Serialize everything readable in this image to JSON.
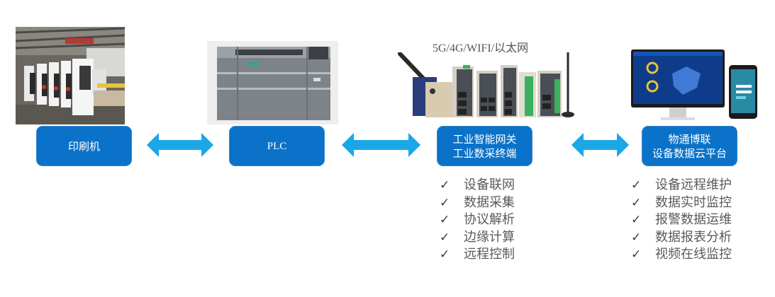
{
  "nodes": [
    {
      "id": "printer",
      "label_lines": [
        "印刷机"
      ]
    },
    {
      "id": "plc",
      "label_lines": [
        "PLC"
      ]
    },
    {
      "id": "gateway",
      "label_lines": [
        "工业智能网关",
        "工业数采终端"
      ]
    },
    {
      "id": "cloud",
      "label_lines": [
        "物通博联",
        "设备数据云平台"
      ]
    }
  ],
  "gateway_caption": "5G/4G/WIFI/以太网",
  "images": {
    "printer": "printing-machine-photo",
    "plc": "siemens-plc-photo",
    "gateway": "gateway-devices-photo",
    "cloud": "monitor-and-phone-dashboard"
  },
  "gateway_features": [
    "设备联网",
    "数据采集",
    "协议解析",
    "边缘计算",
    "远程控制"
  ],
  "cloud_features": [
    "设备远程维护",
    "数据实时监控",
    "报警数据运维",
    "数据报表分析",
    "视频在线监控"
  ],
  "check_glyph": "✓",
  "colors": {
    "node_fill": "#0a72c8",
    "arrow": "#1aa7e8",
    "text_gray": "#5a5a5a"
  }
}
